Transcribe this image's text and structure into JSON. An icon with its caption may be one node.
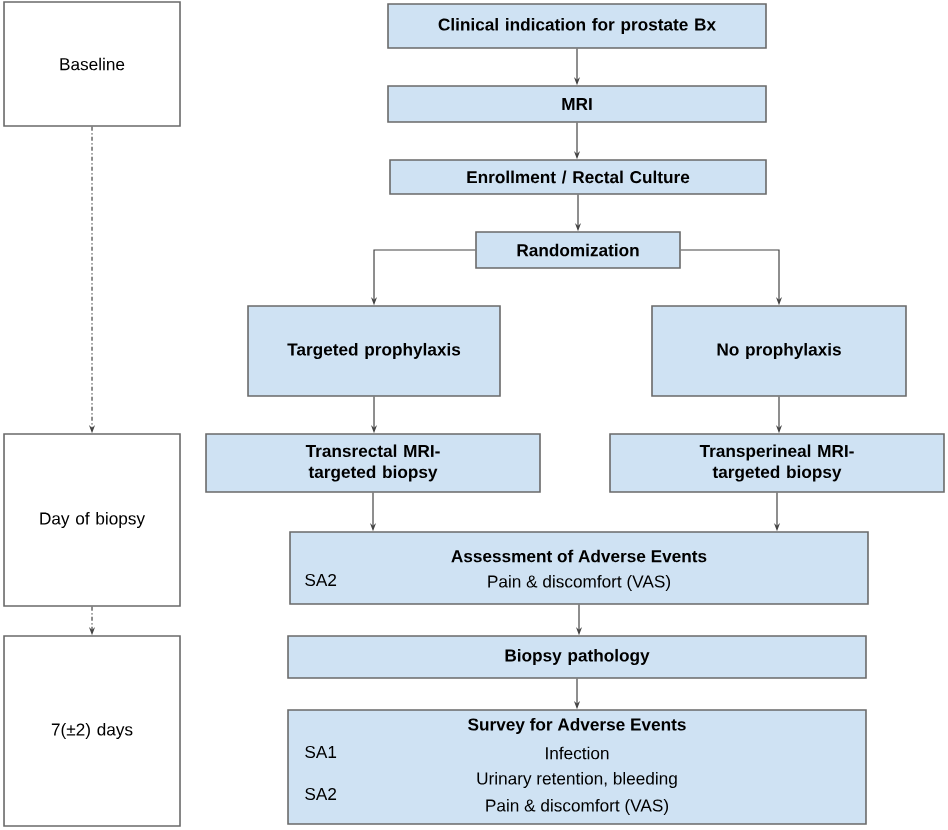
{
  "diagram": {
    "nodes": [
      {
        "text": [
          "Baseline"
        ]
      },
      {
        "text": [
          "Day of biopsy"
        ]
      },
      {
        "text": [
          "7(±2) days"
        ]
      },
      {
        "text": [
          "Clinical indication for prostate Bx"
        ]
      },
      {
        "text": [
          "MRI"
        ]
      },
      {
        "text": [
          "Enrollment / Rectal Culture"
        ]
      },
      {
        "text": [
          "Randomization"
        ]
      },
      {
        "text": [
          "Targeted prophylaxis"
        ]
      },
      {
        "text": [
          "No prophylaxis"
        ]
      },
      {
        "text": [
          "Transrectal MRI-targeted biopsy"
        ]
      },
      {
        "text": [
          "Transperineal MRI-targeted biopsy"
        ]
      },
      {
        "text": [
          "Assessment of Adverse Events",
          "SA2",
          "Pain & discomfort (VAS)"
        ]
      },
      {
        "text": [
          "Biopsy pathology"
        ]
      },
      {
        "text": [
          "Survey for Adverse Events",
          "SA1",
          "Infection",
          "SA2",
          "Urinary retention, bleeding",
          "Pain & discomfort (VAS)"
        ]
      }
    ],
    "edges": [
      {
        "from": 0,
        "to": 1,
        "arrow": "to",
        "style": "dashed"
      },
      {
        "from": 1,
        "to": 2,
        "arrow": "to",
        "style": "dashed"
      },
      {
        "from": 3,
        "to": 4,
        "arrow": "to"
      },
      {
        "from": 4,
        "to": 5,
        "arrow": "to"
      },
      {
        "from": 5,
        "to": 6,
        "arrow": "to"
      },
      {
        "from": 6,
        "to": 7,
        "arrow": "to"
      },
      {
        "from": 6,
        "to": 8,
        "arrow": "to"
      },
      {
        "from": 7,
        "to": 9,
        "arrow": "to"
      },
      {
        "from": 8,
        "to": 10,
        "arrow": "to"
      },
      {
        "from": 9,
        "to": 11,
        "arrow": "to"
      },
      {
        "from": 10,
        "to": 11,
        "arrow": "to"
      },
      {
        "from": 11,
        "to": 12,
        "arrow": "to"
      },
      {
        "from": 12,
        "to": 13,
        "arrow": "to"
      }
    ]
  }
}
